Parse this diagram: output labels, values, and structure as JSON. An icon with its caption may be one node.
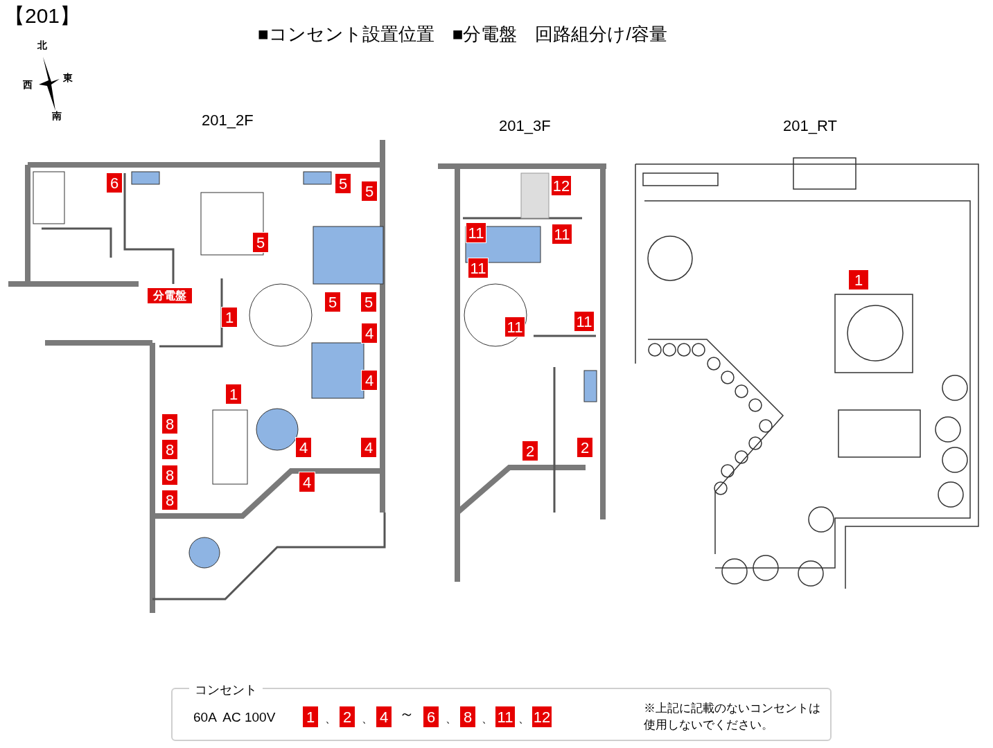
{
  "diagram": {
    "title": "■コンセント設置位置　■分電盤　回路組分け/容量",
    "nodes": [
      {
        "text": [
          "6"
        ]
      },
      {
        "text": [
          "5"
        ]
      },
      {
        "text": [
          "5"
        ]
      },
      {
        "text": [
          "5"
        ]
      },
      {
        "text": [
          "分電盤"
        ]
      },
      {
        "text": [
          "5"
        ]
      },
      {
        "text": [
          "5"
        ]
      },
      {
        "text": [
          "1"
        ]
      },
      {
        "text": [
          "4"
        ]
      },
      {
        "text": [
          "4"
        ]
      },
      {
        "text": [
          "1"
        ]
      },
      {
        "text": [
          "8"
        ]
      },
      {
        "text": [
          "4"
        ]
      },
      {
        "text": [
          "4"
        ]
      },
      {
        "text": [
          "8"
        ]
      },
      {
        "text": [
          "8"
        ]
      },
      {
        "text": [
          "4"
        ]
      },
      {
        "text": [
          "8"
        ]
      },
      {
        "text": [
          "12"
        ]
      },
      {
        "text": [
          "11"
        ]
      },
      {
        "text": [
          "11"
        ]
      },
      {
        "text": [
          "11"
        ]
      },
      {
        "text": [
          "11"
        ]
      },
      {
        "text": [
          "11"
        ]
      },
      {
        "text": [
          "2"
        ]
      },
      {
        "text": [
          "2"
        ]
      },
      {
        "text": [
          "1"
        ]
      },
      {
        "text": [
          "コンセント",
          "60A  AC 100V",
          "※上記に記載のないコンセントは使用しないでください。"
        ]
      },
      {
        "text": [
          "1"
        ],
        "in": 27
      },
      {
        "text": [
          "2"
        ],
        "in": 27
      },
      {
        "text": [
          "4"
        ],
        "in": 27
      },
      {
        "text": [
          "6"
        ],
        "in": 27
      },
      {
        "text": [
          "8"
        ],
        "in": 27
      },
      {
        "text": [
          "11"
        ],
        "in": 27
      },
      {
        "text": [
          "12"
        ],
        "in": 27
      }
    ],
    "labels": [
      "【201】",
      "北",
      "西",
      "東",
      "南",
      "201_2F",
      "201_3F",
      "201_RT",
      "、",
      "、",
      "～",
      "、",
      "、",
      "、"
    ]
  }
}
